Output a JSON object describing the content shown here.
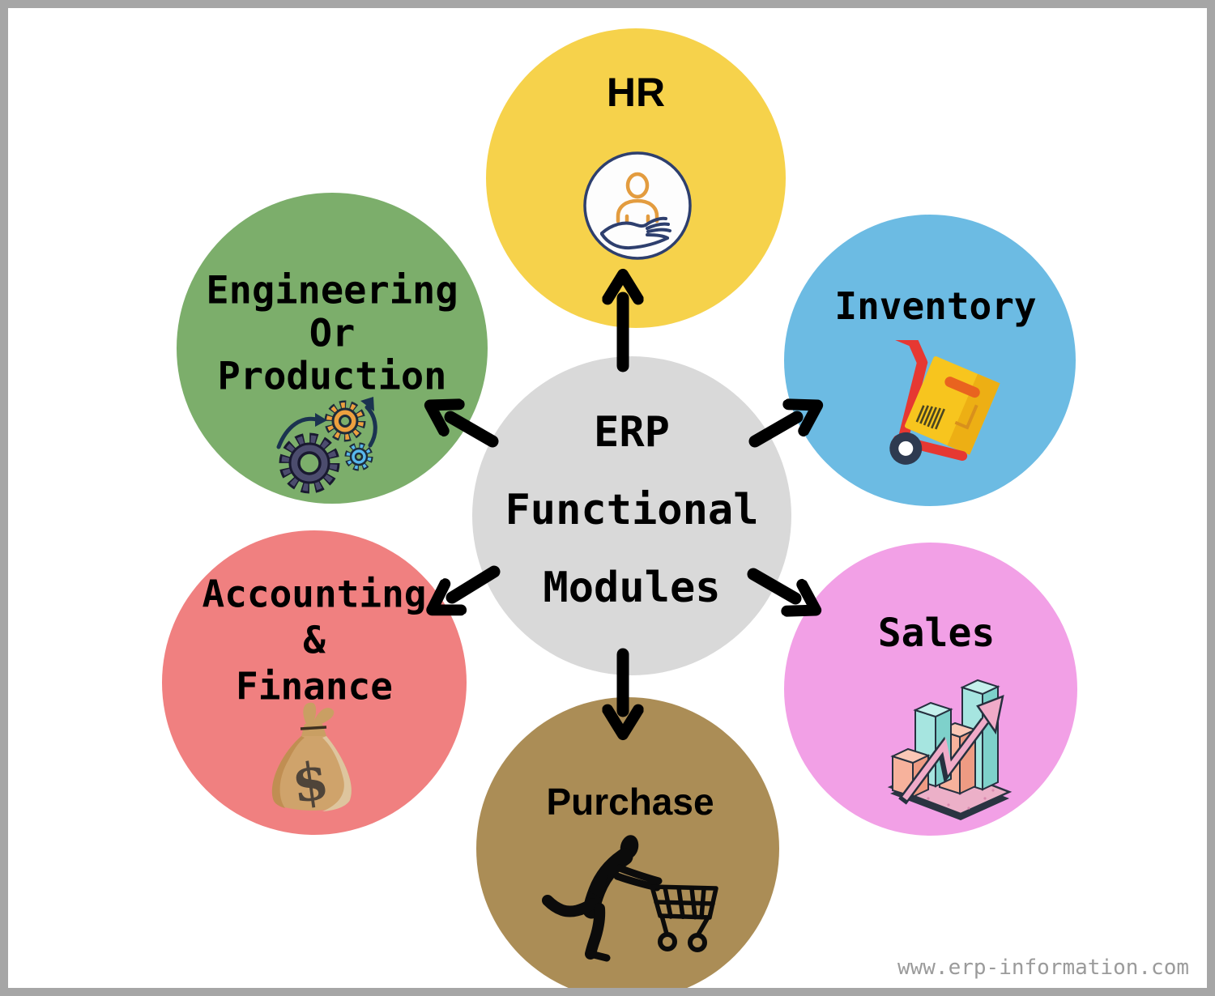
{
  "canvas": {
    "background": "#ffffff",
    "border_color": "#a6a6a6"
  },
  "center": {
    "lines": [
      "ERP",
      "Functional",
      "Modules"
    ],
    "circle_color": "#d9d9d9",
    "text_color": "#000000"
  },
  "modules": {
    "hr": {
      "label": "HR",
      "circle_color": "#f6d24b",
      "icon": "person-care"
    },
    "inventory": {
      "label": "Inventory",
      "circle_color": "#6cbbe3",
      "icon": "hand-truck"
    },
    "engineering": {
      "lines": [
        "Engineering",
        "Or",
        "Production"
      ],
      "circle_color": "#7cae6b",
      "icon": "gears"
    },
    "accounting": {
      "lines": [
        "Accounting",
        "&",
        "Finance"
      ],
      "circle_color": "#f08080",
      "icon": "money-bag"
    },
    "sales": {
      "label": "Sales",
      "circle_color": "#f2a0e6",
      "icon": "growth-chart"
    },
    "purchase": {
      "label": "Purchase",
      "circle_color": "#ab8d56",
      "icon": "cart-pusher"
    }
  },
  "arrows": {
    "color": "#000000"
  },
  "watermark": {
    "text": "www.erp-information.com",
    "color": "#9b9b9b"
  }
}
